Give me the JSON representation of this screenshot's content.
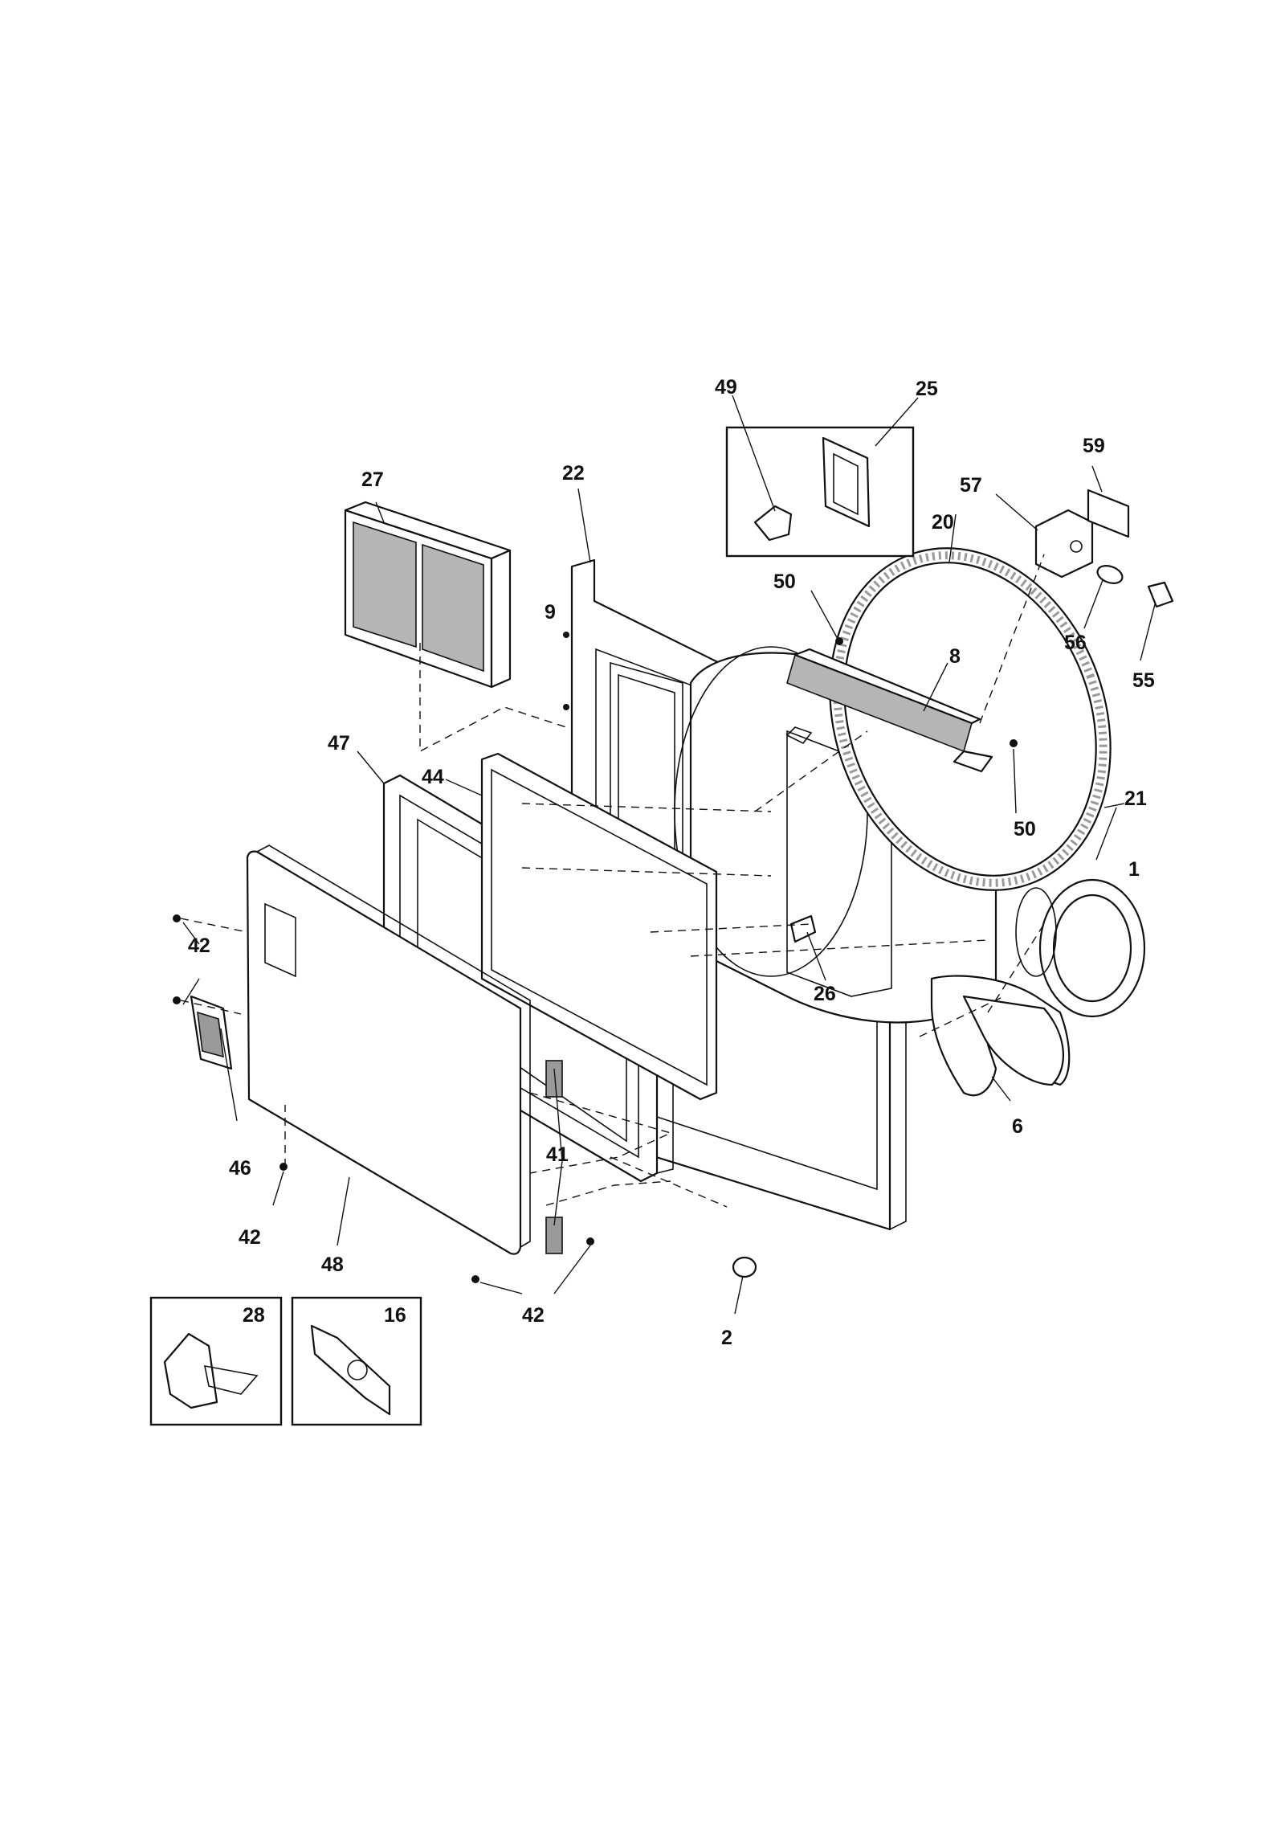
{
  "callouts": {
    "c1": "1",
    "c2": "2",
    "c6": "6",
    "c8": "8",
    "c9": "9",
    "c16": "16",
    "c20": "20",
    "c21": "21",
    "c22": "22",
    "c25": "25",
    "c26": "26",
    "c27": "27",
    "c28": "28",
    "c41": "41",
    "c42a": "42",
    "c42b": "42",
    "c42c": "42",
    "c44": "44",
    "c46": "46",
    "c47": "47",
    "c48": "48",
    "c49": "49",
    "c50a": "50",
    "c50b": "50",
    "c55": "55",
    "c56": "56",
    "c57": "57",
    "c59": "59"
  },
  "colors": {
    "line": "#111111",
    "shade": "#9a9a9a",
    "background": "#ffffff"
  }
}
